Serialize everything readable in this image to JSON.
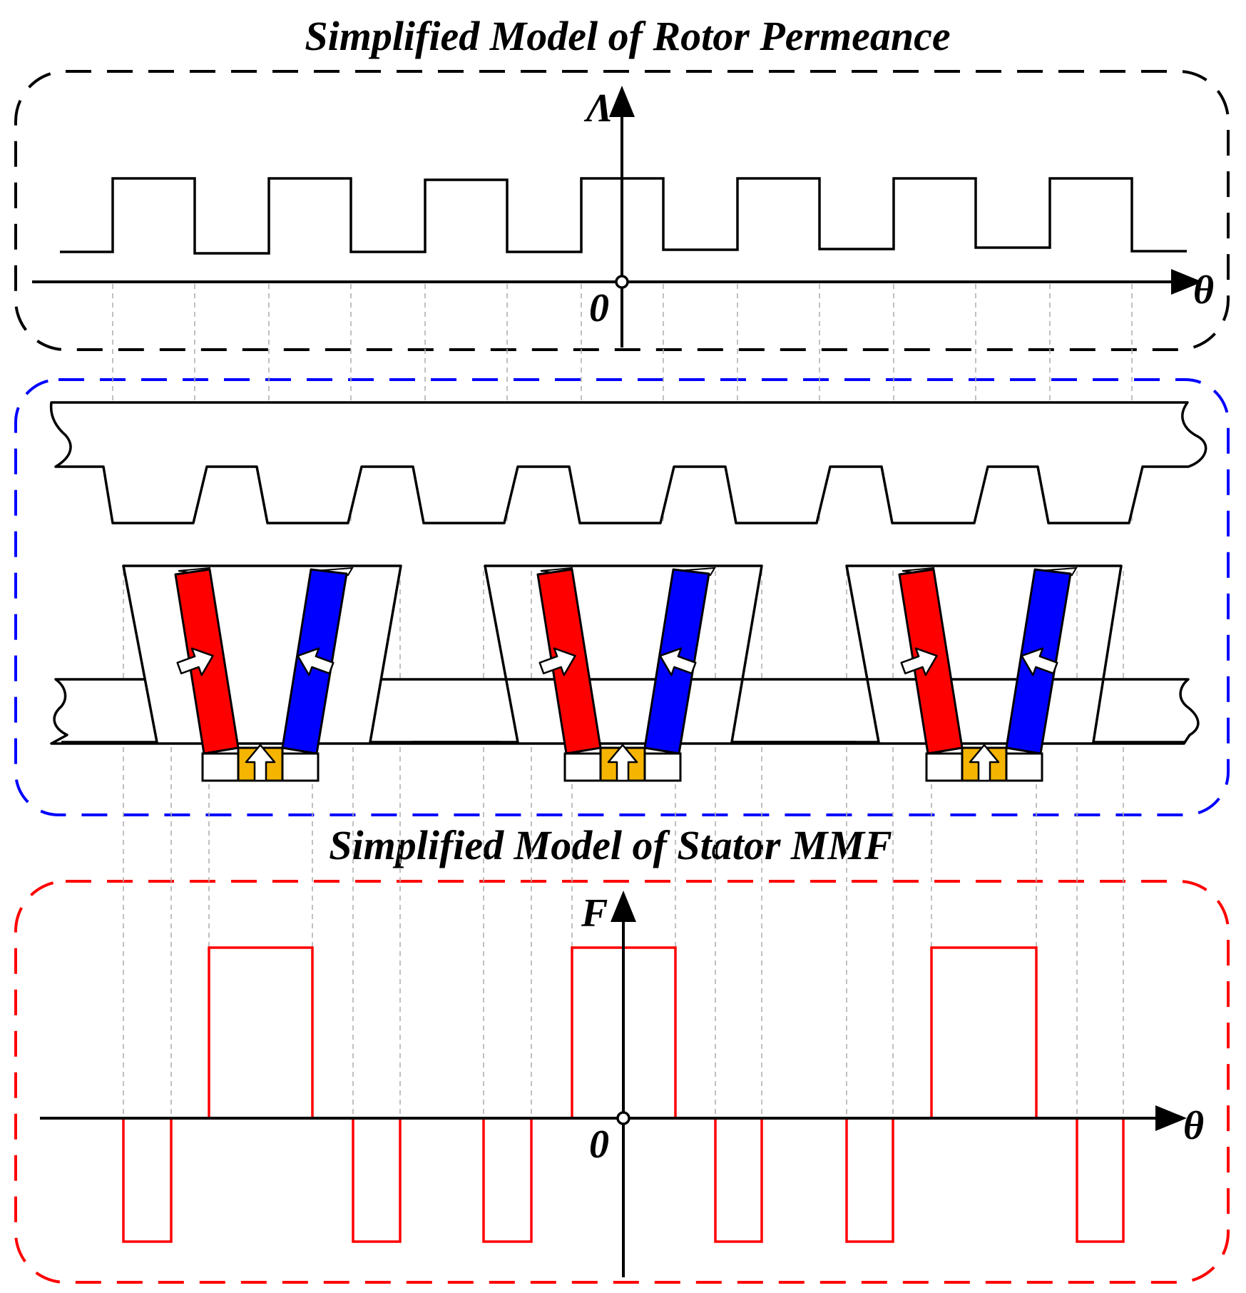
{
  "titles": {
    "rotor": "Simplified Model of Rotor Permeance",
    "stator": "Simplified Model of Stator MMF"
  },
  "permeance_plot": {
    "y_axis_label": "Λ",
    "x_axis_label": "θ",
    "origin_label": "0"
  },
  "mmf_plot": {
    "y_axis_label": "F",
    "x_axis_label": "θ",
    "origin_label": "0"
  },
  "colors": {
    "rotor_frame": "#000000",
    "machine_frame": "#0000ff",
    "stator_frame": "#ff0000",
    "magnet_north": "#ff0000",
    "magnet_south": "#0000ff",
    "magnet_center": "#f5b400",
    "mmf_wave": "#ff0000",
    "guides": "#b0b0b0"
  },
  "icons": [
    "magnetization-arrow-icon",
    "axis-arrow-icon",
    "origin-circle-icon"
  ]
}
